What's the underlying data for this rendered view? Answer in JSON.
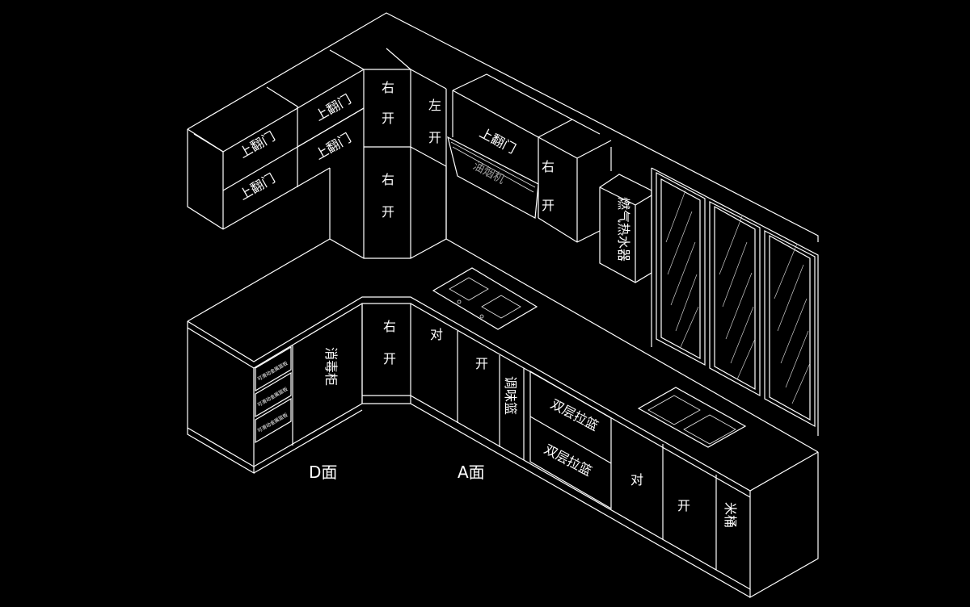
{
  "colors": {
    "background": "#000000",
    "line": "#ffffff",
    "dim_text": "#9a9a9a"
  },
  "labels": {
    "flip_up": "上翻门",
    "right_open_1": "右",
    "right_open_2": "开",
    "left_open_1": "左",
    "left_open_2": "开",
    "range_hood": "油烟机",
    "water_heater": "燃气热水器",
    "sterilizer": "消毒柜",
    "opposite_open_1": "对",
    "opposite_open_2": "开",
    "seasoning_basket": "调味篮",
    "double_basket": "双层拉篮",
    "rice_bin": "米桶",
    "metal_basket": "可滑动金属篮板",
    "face_d": "D面",
    "face_a": "A面"
  }
}
